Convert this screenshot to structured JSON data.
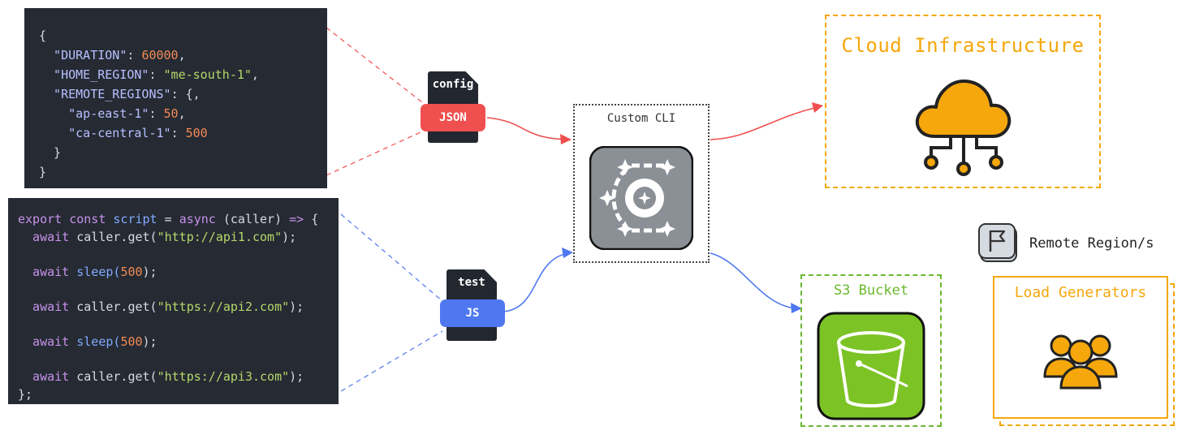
{
  "config_code": {
    "lines": [
      [
        {
          "t": "{",
          "c": "p"
        }
      ],
      [
        {
          "t": "  \"DURATION\"",
          "c": "key"
        },
        {
          "t": ": ",
          "c": "p"
        },
        {
          "t": "60000",
          "c": "n"
        },
        {
          "t": ",",
          "c": "p"
        }
      ],
      [
        {
          "t": "  \"HOME_REGION\"",
          "c": "key"
        },
        {
          "t": ": ",
          "c": "p"
        },
        {
          "t": "\"me-south-1\"",
          "c": "s"
        },
        {
          "t": ",",
          "c": "p"
        }
      ],
      [
        {
          "t": "  \"REMOTE_REGIONS\"",
          "c": "key"
        },
        {
          "t": ": {,",
          "c": "p"
        }
      ],
      [
        {
          "t": "    \"ap-east-1\"",
          "c": "key"
        },
        {
          "t": ": ",
          "c": "p"
        },
        {
          "t": "50",
          "c": "n"
        },
        {
          "t": ",",
          "c": "p"
        }
      ],
      [
        {
          "t": "    \"ca-central-1\"",
          "c": "key"
        },
        {
          "t": ": ",
          "c": "p"
        },
        {
          "t": "500",
          "c": "n"
        }
      ],
      [
        {
          "t": "  }",
          "c": "p"
        }
      ],
      [
        {
          "t": "}",
          "c": "p"
        }
      ]
    ]
  },
  "test_code": {
    "lines": [
      [
        {
          "t": "export ",
          "c": "k"
        },
        {
          "t": "const ",
          "c": "k"
        },
        {
          "t": "script ",
          "c": "f"
        },
        {
          "t": "= ",
          "c": "p"
        },
        {
          "t": "async ",
          "c": "k"
        },
        {
          "t": "(caller) ",
          "c": "p"
        },
        {
          "t": "=> ",
          "c": "k"
        },
        {
          "t": "{",
          "c": "p"
        }
      ],
      [
        {
          "t": "  await ",
          "c": "k"
        },
        {
          "t": "caller.get(",
          "c": "p"
        },
        {
          "t": "\"http://api1.com\"",
          "c": "s"
        },
        {
          "t": ");",
          "c": "p"
        }
      ],
      [],
      [
        {
          "t": "  await ",
          "c": "k"
        },
        {
          "t": "sleep(",
          "c": "f"
        },
        {
          "t": "500",
          "c": "n"
        },
        {
          "t": ");",
          "c": "p"
        }
      ],
      [],
      [
        {
          "t": "  await ",
          "c": "k"
        },
        {
          "t": "caller.get(",
          "c": "p"
        },
        {
          "t": "\"https://api2.com\"",
          "c": "s"
        },
        {
          "t": ");",
          "c": "p"
        }
      ],
      [],
      [
        {
          "t": "  await ",
          "c": "k"
        },
        {
          "t": "sleep(",
          "c": "f"
        },
        {
          "t": "500",
          "c": "n"
        },
        {
          "t": ");",
          "c": "p"
        }
      ],
      [],
      [
        {
          "t": "  await ",
          "c": "k"
        },
        {
          "t": "caller.get(",
          "c": "p"
        },
        {
          "t": "\"https://api3.com\"",
          "c": "s"
        },
        {
          "t": ");",
          "c": "p"
        }
      ],
      [
        {
          "t": "};",
          "c": "p"
        }
      ]
    ]
  },
  "files": {
    "config": {
      "name": "config",
      "tag": "JSON",
      "tag_color": "#f04f4f"
    },
    "test": {
      "name": "test",
      "tag": "JS",
      "tag_color": "#4f78f0"
    }
  },
  "cli": {
    "title": "Custom CLI"
  },
  "cloud": {
    "title": "Cloud Infrastructure"
  },
  "s3": {
    "title": "S3 Bucket"
  },
  "remote": {
    "label": "Remote Region/s"
  },
  "load": {
    "title": "Load Generators"
  },
  "colors": {
    "config_line": "#f04f4f",
    "test_line": "#4f78f0",
    "orange": "#f5a70c",
    "green": "#6bb82f",
    "code_bg": "#252a33"
  },
  "icons": [
    "json-file-icon",
    "js-file-icon",
    "cli-logo-icon",
    "cloud-network-icon",
    "s3-bucket-icon",
    "flag-icon",
    "users-group-icon"
  ]
}
